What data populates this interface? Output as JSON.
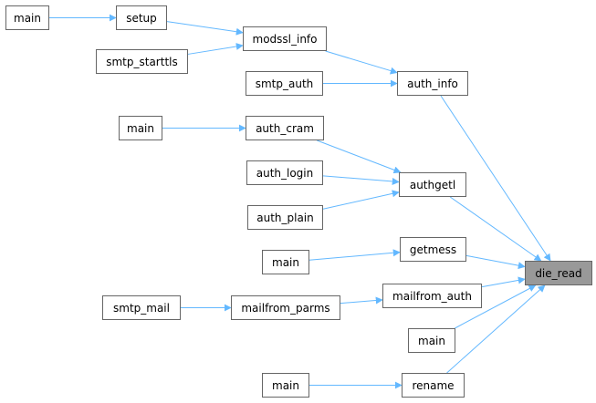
{
  "diagram": {
    "type": "call-graph",
    "target": "die_read",
    "edge_color": "#63b8ff",
    "target_fill": "#999999",
    "nodes": [
      {
        "id": "main_a",
        "label": "main"
      },
      {
        "id": "setup",
        "label": "setup"
      },
      {
        "id": "modssl_info",
        "label": "modssl_info"
      },
      {
        "id": "smtp_starttls",
        "label": "smtp_starttls"
      },
      {
        "id": "smtp_auth",
        "label": "smtp_auth"
      },
      {
        "id": "auth_info",
        "label": "auth_info"
      },
      {
        "id": "main_b",
        "label": "main"
      },
      {
        "id": "auth_cram",
        "label": "auth_cram"
      },
      {
        "id": "auth_login",
        "label": "auth_login"
      },
      {
        "id": "authgetl",
        "label": "authgetl"
      },
      {
        "id": "auth_plain",
        "label": "auth_plain"
      },
      {
        "id": "main_c",
        "label": "main"
      },
      {
        "id": "getmess",
        "label": "getmess"
      },
      {
        "id": "die_read",
        "label": "die_read"
      },
      {
        "id": "smtp_mail",
        "label": "smtp_mail"
      },
      {
        "id": "mailfrom_parms",
        "label": "mailfrom_parms"
      },
      {
        "id": "mailfrom_auth",
        "label": "mailfrom_auth"
      },
      {
        "id": "main_d",
        "label": "main"
      },
      {
        "id": "main_e",
        "label": "main"
      },
      {
        "id": "rename",
        "label": "rename"
      }
    ],
    "edges": [
      {
        "from": "main_a",
        "to": "setup"
      },
      {
        "from": "setup",
        "to": "modssl_info"
      },
      {
        "from": "smtp_starttls",
        "to": "modssl_info"
      },
      {
        "from": "modssl_info",
        "to": "auth_info"
      },
      {
        "from": "smtp_auth",
        "to": "auth_info"
      },
      {
        "from": "auth_info",
        "to": "die_read"
      },
      {
        "from": "main_b",
        "to": "auth_cram"
      },
      {
        "from": "auth_cram",
        "to": "authgetl"
      },
      {
        "from": "auth_login",
        "to": "authgetl"
      },
      {
        "from": "auth_plain",
        "to": "authgetl"
      },
      {
        "from": "authgetl",
        "to": "die_read"
      },
      {
        "from": "main_c",
        "to": "getmess"
      },
      {
        "from": "getmess",
        "to": "die_read"
      },
      {
        "from": "smtp_mail",
        "to": "mailfrom_parms"
      },
      {
        "from": "mailfrom_parms",
        "to": "mailfrom_auth"
      },
      {
        "from": "mailfrom_auth",
        "to": "die_read"
      },
      {
        "from": "main_d",
        "to": "die_read"
      },
      {
        "from": "main_e",
        "to": "rename"
      },
      {
        "from": "rename",
        "to": "die_read"
      }
    ]
  }
}
